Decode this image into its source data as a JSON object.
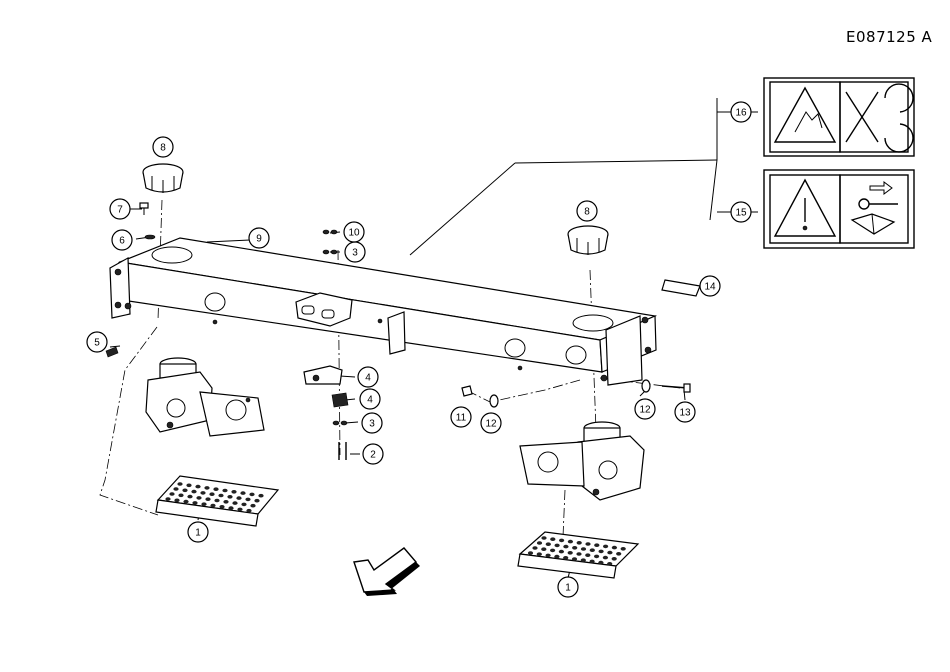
{
  "reference_code": "E087125  A",
  "callouts": [
    {
      "id": "c1a",
      "label": "1"
    },
    {
      "id": "c1b",
      "label": "1"
    },
    {
      "id": "c2",
      "label": "2"
    },
    {
      "id": "c3a",
      "label": "3"
    },
    {
      "id": "c3b",
      "label": "3"
    },
    {
      "id": "c4a",
      "label": "4"
    },
    {
      "id": "c4b",
      "label": "4"
    },
    {
      "id": "c5",
      "label": "5"
    },
    {
      "id": "c6",
      "label": "6"
    },
    {
      "id": "c7",
      "label": "7"
    },
    {
      "id": "c8a",
      "label": "8"
    },
    {
      "id": "c8b",
      "label": "8"
    },
    {
      "id": "c9",
      "label": "9"
    },
    {
      "id": "c10",
      "label": "10"
    },
    {
      "id": "c11",
      "label": "11"
    },
    {
      "id": "c12a",
      "label": "12"
    },
    {
      "id": "c12b",
      "label": "12"
    },
    {
      "id": "c13",
      "label": "13"
    },
    {
      "id": "c14",
      "label": "14"
    },
    {
      "id": "c15",
      "label": "15"
    },
    {
      "id": "c16",
      "label": "16"
    }
  ],
  "icons": [
    "warning-hand-crush-icon",
    "no-hands-rotating-icon",
    "warning-general-icon",
    "key-manual-icon",
    "direction-arrow-icon"
  ]
}
